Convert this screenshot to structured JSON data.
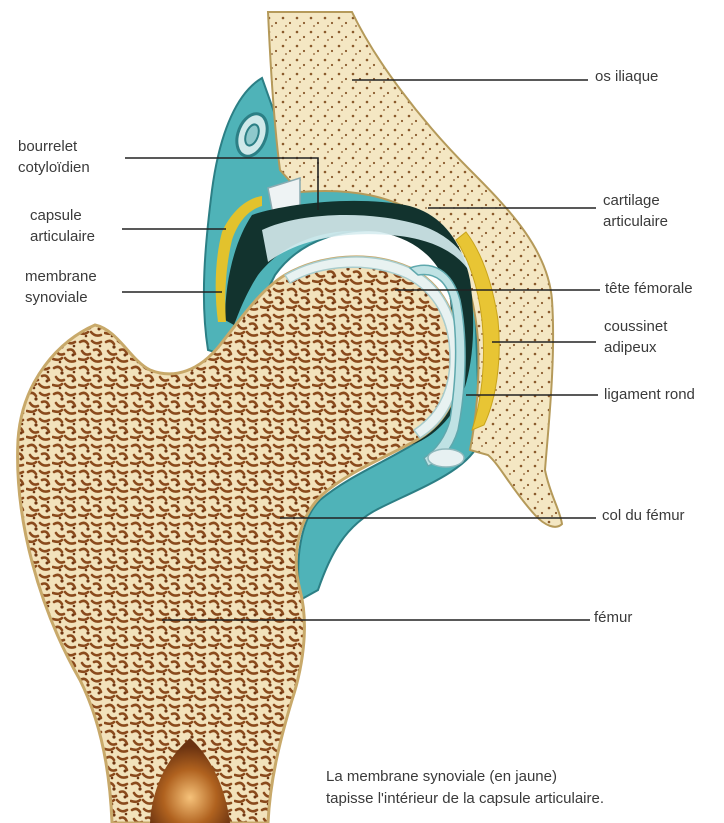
{
  "labels": {
    "os_iliaque": "os iliaque",
    "bourrelet_cotyloidien": "bourrelet\ncotyloïdien",
    "cartilage_articulaire": "cartilage\narticulaire",
    "capsule_articulaire": "capsule\narticulaire",
    "membrane_synoviale": "membrane\nsynoviale",
    "tete_femorale": "tête fémorale",
    "coussinet_adipeux": "coussinet\nadipeux",
    "ligament_rond": "ligament rond",
    "col_du_femur": "col du fémur",
    "femur": "fémur"
  },
  "caption": "La membrane synoviale (en jaune)\ntapisse l'intérieur de la capsule articulaire.",
  "colors": {
    "bone": "#f3e6c2",
    "spongy": "#8a4a1c",
    "capsule": "#4fb3b8",
    "cavity": "#12332e",
    "cartilage": "#d6ecef",
    "synovial": "#e2c22d",
    "marrow": "#a0531e",
    "leader": "#222222"
  }
}
